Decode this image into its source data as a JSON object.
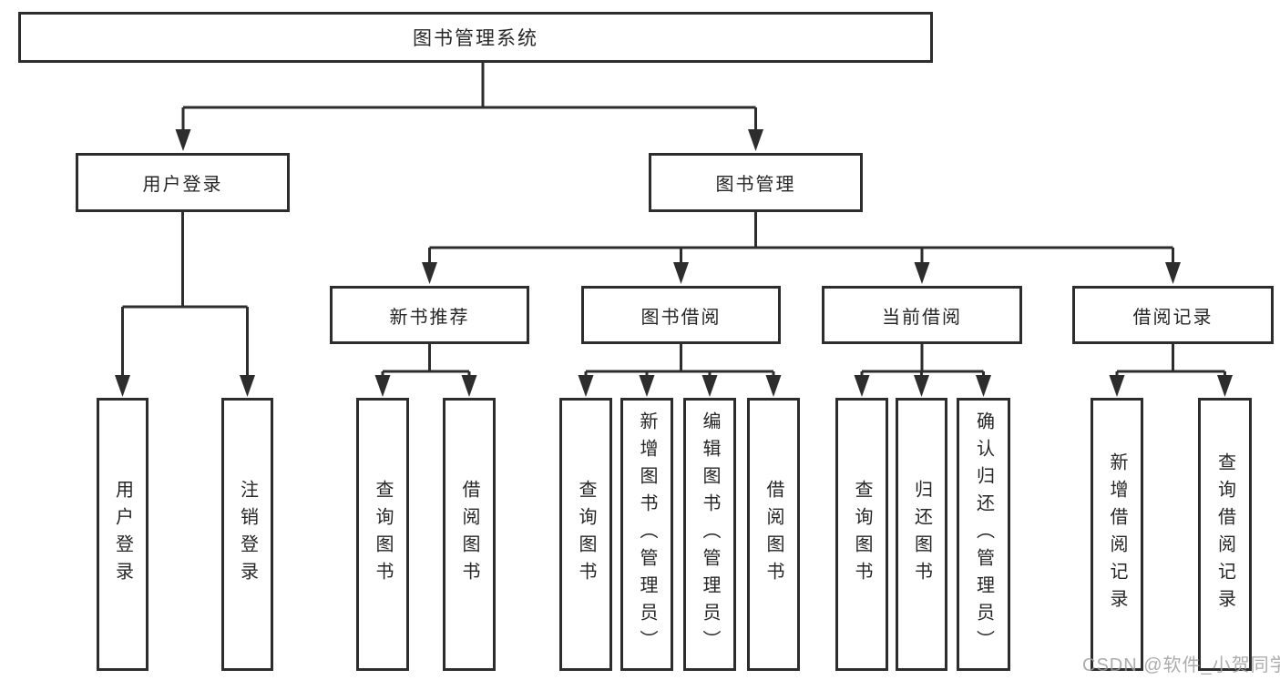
{
  "title": "图书管理系统",
  "watermark": "CSDN @软件_小贺同学",
  "level2": [
    {
      "label": "用户登录"
    },
    {
      "label": "图书管理"
    }
  ],
  "level3": [
    {
      "label": "新书推荐"
    },
    {
      "label": "图书借阅"
    },
    {
      "label": "当前借阅"
    },
    {
      "label": "借阅记录"
    }
  ],
  "leaves": [
    {
      "label": "用户登录"
    },
    {
      "label": "注销登录"
    },
    {
      "label": "查询图书"
    },
    {
      "label": "借阅图书"
    },
    {
      "label": "查询图书"
    },
    {
      "label": "新增图书（管理员）"
    },
    {
      "label": "编辑图书（管理员）"
    },
    {
      "label": "借阅图书"
    },
    {
      "label": "查询图书"
    },
    {
      "label": "归还图书"
    },
    {
      "label": "确认归还（管理员）"
    },
    {
      "label": "新增借阅记录"
    },
    {
      "label": "查询借阅记录"
    }
  ],
  "colors": {
    "line": "#2d2d2d",
    "text": "#262626",
    "watermark": "#9e9e9e",
    "background": "#ffffff"
  }
}
